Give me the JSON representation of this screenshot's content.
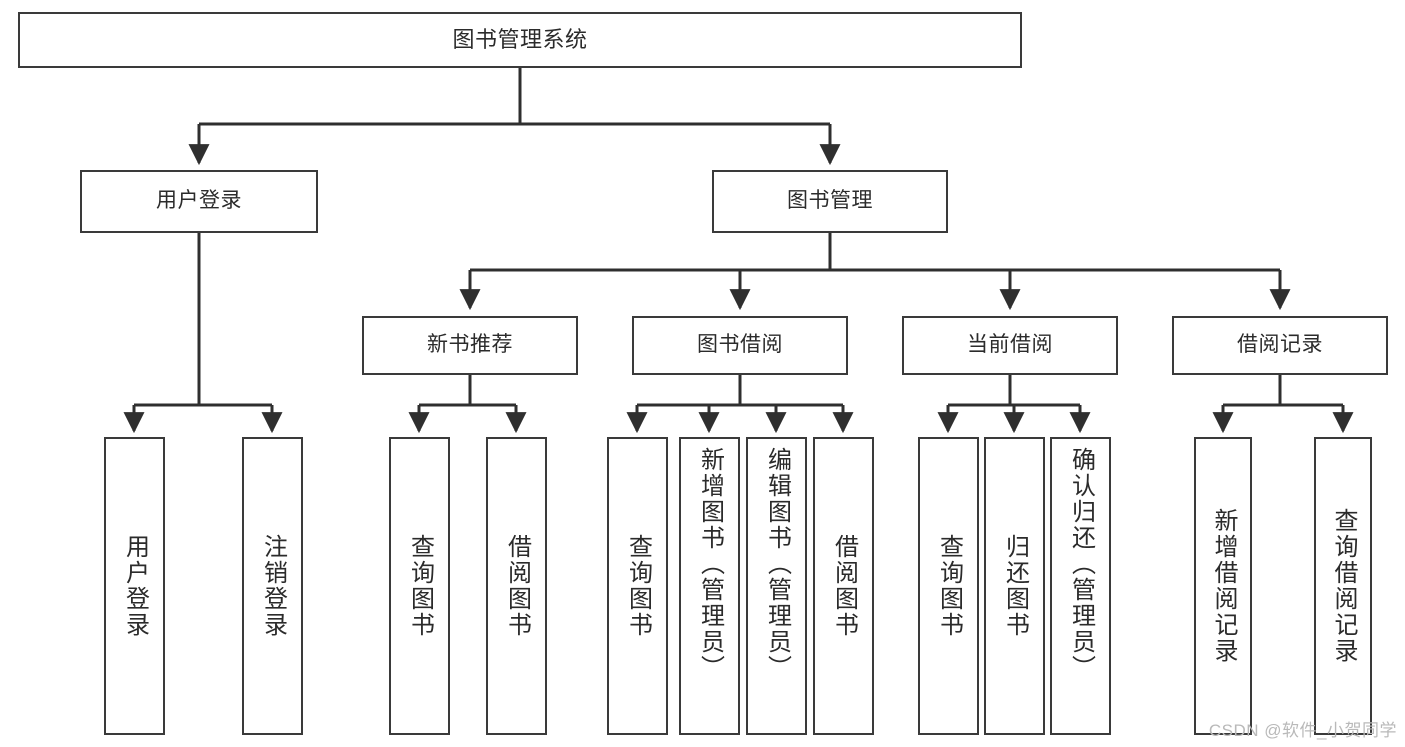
{
  "diagram": {
    "title": "图书管理系统",
    "type": "tree-hierarchy-chart",
    "colors": {
      "box_border": "#3a3a3a",
      "box_fill": "#ffffff",
      "text": "#2b2b2b",
      "connector": "#2f2f2f",
      "watermark": "#b9b9b9"
    },
    "root": {
      "label": "图书管理系统"
    },
    "level1": [
      {
        "id": "user-login",
        "label": "用户登录"
      },
      {
        "id": "book-manage",
        "label": "图书管理"
      }
    ],
    "level2": [
      {
        "id": "new-book-recommend",
        "label": "新书推荐"
      },
      {
        "id": "book-borrow",
        "label": "图书借阅"
      },
      {
        "id": "current-borrow",
        "label": "当前借阅"
      },
      {
        "id": "borrow-record",
        "label": "借阅记录"
      }
    ],
    "leaves": {
      "user_login": [
        {
          "id": "leaf-user-login",
          "label": "用户登录"
        },
        {
          "id": "leaf-logout-login",
          "label": "注销登录"
        }
      ],
      "new_book_recommend": [
        {
          "id": "leaf-query-book-1",
          "label": "查询图书"
        },
        {
          "id": "leaf-borrow-book-1",
          "label": "借阅图书"
        }
      ],
      "book_borrow": [
        {
          "id": "leaf-query-book-2",
          "label": "查询图书"
        },
        {
          "id": "leaf-add-book",
          "label": "新增图书（管理员）"
        },
        {
          "id": "leaf-edit-book",
          "label": "编辑图书（管理员）"
        },
        {
          "id": "leaf-borrow-book-2",
          "label": "借阅图书"
        }
      ],
      "current_borrow": [
        {
          "id": "leaf-query-book-3",
          "label": "查询图书"
        },
        {
          "id": "leaf-return-book",
          "label": "归还图书"
        },
        {
          "id": "leaf-confirm-return",
          "label": "确认归还（管理员）"
        }
      ],
      "borrow_record": [
        {
          "id": "leaf-add-borrow-record",
          "label": "新增借阅记录"
        },
        {
          "id": "leaf-query-borrow-record",
          "label": "查询借阅记录"
        }
      ]
    },
    "watermark": "CSDN @软件_小贺同学"
  }
}
